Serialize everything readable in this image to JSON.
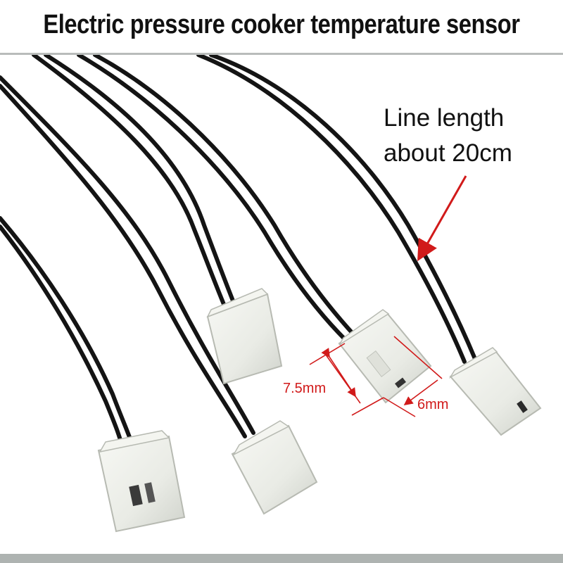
{
  "title": "Electric pressure cooker temperature sensor",
  "annotations": {
    "line_length": [
      "Line length",
      "about 20cm"
    ],
    "connector_width": "7.5mm",
    "connector_depth": "6mm"
  },
  "colors": {
    "cable": "#141414",
    "connector": "#eef0ea",
    "dimension": "#d11a1a",
    "title_rule": "#b9bcbb"
  }
}
